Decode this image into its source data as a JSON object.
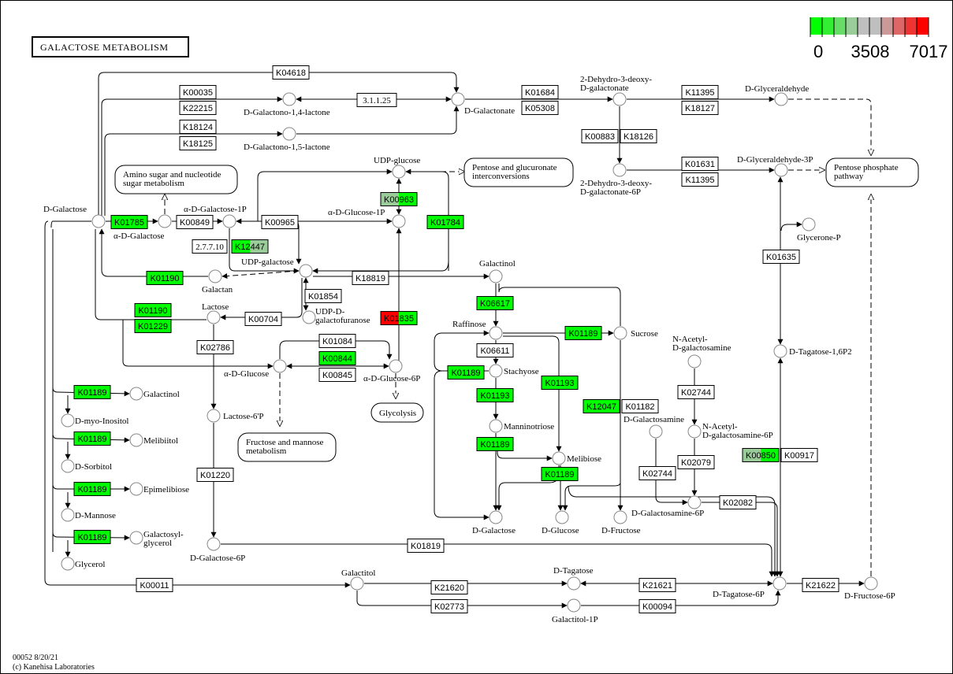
{
  "title": "GALACTOSE METABOLISM",
  "footer": {
    "line1": "00052 8/20/21",
    "line2": "(c) Kanehisa Laboratories"
  },
  "legend": {
    "colors": [
      "#00ff00",
      "#33ee33",
      "#66dd66",
      "#99cc99",
      "#bfbfbf",
      "#bfbfbf",
      "#cc9999",
      "#dd6666",
      "#ee3333",
      "#ff0000"
    ],
    "labels": [
      "0",
      "3508",
      "7017"
    ]
  },
  "colors": {
    "green": "#00ff00",
    "mid_green": "#99cc99",
    "red": "#ff0000",
    "white": "#ffffff"
  },
  "compounds": [
    {
      "id": "d-galactose",
      "label": "D-Galactose"
    },
    {
      "id": "alpha-d-galactose",
      "label": "α-D-Galactose"
    },
    {
      "id": "alpha-d-galactose-1p",
      "label": "α-D-Galactose-1P"
    },
    {
      "id": "d-galactono-1-4-lactone",
      "label": "D-Galactono-1,4-lactone"
    },
    {
      "id": "d-galactono-1-5-lactone",
      "label": "D-Galactono-1,5-lactone"
    },
    {
      "id": "d-galactonate",
      "label": "D-Galactonate"
    },
    {
      "id": "2-dehydro-3-deoxy-d-galactonate",
      "label": "2-Dehydro-3-deoxy-|D-galactonate"
    },
    {
      "id": "2-dehydro-3-deoxy-d-galactonate-6p",
      "label": "2-Dehydro-3-deoxy-|D-galactonate-6P"
    },
    {
      "id": "d-glyceraldehyde",
      "label": "D-Glyceraldehyde"
    },
    {
      "id": "d-glyceraldehyde-3p",
      "label": "D-Glyceraldehyde-3P"
    },
    {
      "id": "glycerone-p",
      "label": "Glycerone-P"
    },
    {
      "id": "d-tagatose-1-6p2",
      "label": "D-Tagatose-1,6P2"
    },
    {
      "id": "udp-glucose",
      "label": "UDP-glucose"
    },
    {
      "id": "alpha-d-glucose-1p",
      "label": "α-D-Glucose-1P"
    },
    {
      "id": "udp-galactose",
      "label": "UDP-galactose"
    },
    {
      "id": "galactan",
      "label": "Galactan"
    },
    {
      "id": "lactose",
      "label": "Lactose"
    },
    {
      "id": "udp-d-galactofuranose",
      "label": "UDP-D-|galactofuranose"
    },
    {
      "id": "galactinol-top",
      "label": "Galactinol"
    },
    {
      "id": "raffinose",
      "label": "Raffinose"
    },
    {
      "id": "sucrose",
      "label": "Sucrose"
    },
    {
      "id": "stachyose",
      "label": "Stachyose"
    },
    {
      "id": "manninotriose",
      "label": "Manninotriose"
    },
    {
      "id": "melibiose",
      "label": "Melibiose"
    },
    {
      "id": "d-galactose-bottom",
      "label": "D-Galactose"
    },
    {
      "id": "d-glucose",
      "label": "D-Glucose"
    },
    {
      "id": "d-fructose",
      "label": "D-Fructose"
    },
    {
      "id": "alpha-d-glucose",
      "label": "α-D-Glucose"
    },
    {
      "id": "alpha-d-glucose-6p",
      "label": "α-D-Glucose-6P"
    },
    {
      "id": "lactose-6p",
      "label": "Lactose-6'P"
    },
    {
      "id": "d-galactose-6p",
      "label": "D-Galactose-6P"
    },
    {
      "id": "galactinol-left",
      "label": "Galactinol"
    },
    {
      "id": "d-myo-inositol",
      "label": "D-myo-Inositol"
    },
    {
      "id": "melibiitol",
      "label": "Melibiitol"
    },
    {
      "id": "d-sorbitol",
      "label": "D-Sorbitol"
    },
    {
      "id": "epimelibiose",
      "label": "Epimelibiose"
    },
    {
      "id": "d-mannose",
      "label": "D-Mannose"
    },
    {
      "id": "galactosylglycerol",
      "label": "Galactosyl-|glycerol"
    },
    {
      "id": "glycerol",
      "label": "Glycerol"
    },
    {
      "id": "n-acetyl-d-galactosamine",
      "label": "N-Acetyl-|D-galactosamine"
    },
    {
      "id": "d-galactosamine",
      "label": "D-Galactosamine"
    },
    {
      "id": "n-acetyl-d-galactosamine-6p",
      "label": "N-Acetyl-|D-galactosamine-6P"
    },
    {
      "id": "d-galactosamine-6p",
      "label": "D-Galactosamine-6P"
    },
    {
      "id": "galactitol",
      "label": "Galactitol"
    },
    {
      "id": "d-tagatose",
      "label": "D-Tagatose"
    },
    {
      "id": "galactitol-1p",
      "label": "Galactitol-1P"
    },
    {
      "id": "d-tagatose-6p",
      "label": "D-Tagatose-6P"
    },
    {
      "id": "d-fructose-6p",
      "label": "D-Fructose-6P"
    }
  ],
  "orthologs": [
    {
      "id": "K04618",
      "fill": "white"
    },
    {
      "id": "K00035",
      "fill": "white"
    },
    {
      "id": "K22215",
      "fill": "white"
    },
    {
      "id": "K18124",
      "fill": "white"
    },
    {
      "id": "K18125",
      "fill": "white"
    },
    {
      "id": "3.1.1.25",
      "fill": "white",
      "ec": true
    },
    {
      "id": "K01684",
      "fill": "white"
    },
    {
      "id": "K05308",
      "fill": "white"
    },
    {
      "id": "K11395",
      "fill": "white"
    },
    {
      "id": "K18127",
      "fill": "white"
    },
    {
      "id": "K00883",
      "fill": "white"
    },
    {
      "id": "K18126",
      "fill": "white"
    },
    {
      "id": "K01631",
      "fill": "white"
    },
    {
      "id": "K11395",
      "fill": "white"
    },
    {
      "id": "K01785",
      "fill": "green"
    },
    {
      "id": "K00849",
      "fill": "white"
    },
    {
      "id": "K00965",
      "fill": "white"
    },
    {
      "id": "2.7.7.10",
      "fill": "white",
      "ec": true
    },
    {
      "id": "K12447",
      "fill": "split-green-mid"
    },
    {
      "id": "K00963",
      "fill": "split-mid-green"
    },
    {
      "id": "K01784",
      "fill": "green"
    },
    {
      "id": "K01190",
      "fill": "green"
    },
    {
      "id": "K18819",
      "fill": "white"
    },
    {
      "id": "K01854",
      "fill": "white"
    },
    {
      "id": "K01190",
      "fill": "green"
    },
    {
      "id": "K01229",
      "fill": "green"
    },
    {
      "id": "K00704",
      "fill": "white"
    },
    {
      "id": "K01835",
      "fill": "split-red-green"
    },
    {
      "id": "K06617",
      "fill": "green"
    },
    {
      "id": "K01189",
      "fill": "green"
    },
    {
      "id": "K06611",
      "fill": "white"
    },
    {
      "id": "K01084",
      "fill": "white"
    },
    {
      "id": "K00844",
      "fill": "green"
    },
    {
      "id": "K00845",
      "fill": "white"
    },
    {
      "id": "K02786",
      "fill": "white"
    },
    {
      "id": "K01189",
      "fill": "green"
    },
    {
      "id": "K01193",
      "fill": "green"
    },
    {
      "id": "K01193",
      "fill": "green"
    },
    {
      "id": "K12047",
      "fill": "green"
    },
    {
      "id": "K01182",
      "fill": "white"
    },
    {
      "id": "K01189",
      "fill": "green"
    },
    {
      "id": "K01189",
      "fill": "green"
    },
    {
      "id": "K01635",
      "fill": "white"
    },
    {
      "id": "K02744",
      "fill": "white"
    },
    {
      "id": "K00850",
      "fill": "split-mid-green"
    },
    {
      "id": "K00917",
      "fill": "white"
    },
    {
      "id": "K02079",
      "fill": "white"
    },
    {
      "id": "K02744",
      "fill": "white"
    },
    {
      "id": "K02082",
      "fill": "white"
    },
    {
      "id": "K01189",
      "fill": "green"
    },
    {
      "id": "K01189",
      "fill": "green"
    },
    {
      "id": "K01189",
      "fill": "green"
    },
    {
      "id": "K01189",
      "fill": "green"
    },
    {
      "id": "K01220",
      "fill": "white"
    },
    {
      "id": "K01819",
      "fill": "white"
    },
    {
      "id": "K00011",
      "fill": "white"
    },
    {
      "id": "K21620",
      "fill": "white"
    },
    {
      "id": "K02773",
      "fill": "white"
    },
    {
      "id": "K21621",
      "fill": "white"
    },
    {
      "id": "K00094",
      "fill": "white"
    },
    {
      "id": "K21622",
      "fill": "white"
    }
  ],
  "maps": [
    {
      "id": "amino-sugar",
      "label": "Amino sugar and nucleotide|sugar metabolism"
    },
    {
      "id": "pentose-glucuronate",
      "label": "Pentose and glucuronate|interconversions"
    },
    {
      "id": "pentose-phosphate",
      "label": "Pentose phosphate|pathway"
    },
    {
      "id": "fructose-mannose",
      "label": "Fructose and mannose|metabolism"
    },
    {
      "id": "glycolysis",
      "label": "Glycolysis"
    }
  ]
}
